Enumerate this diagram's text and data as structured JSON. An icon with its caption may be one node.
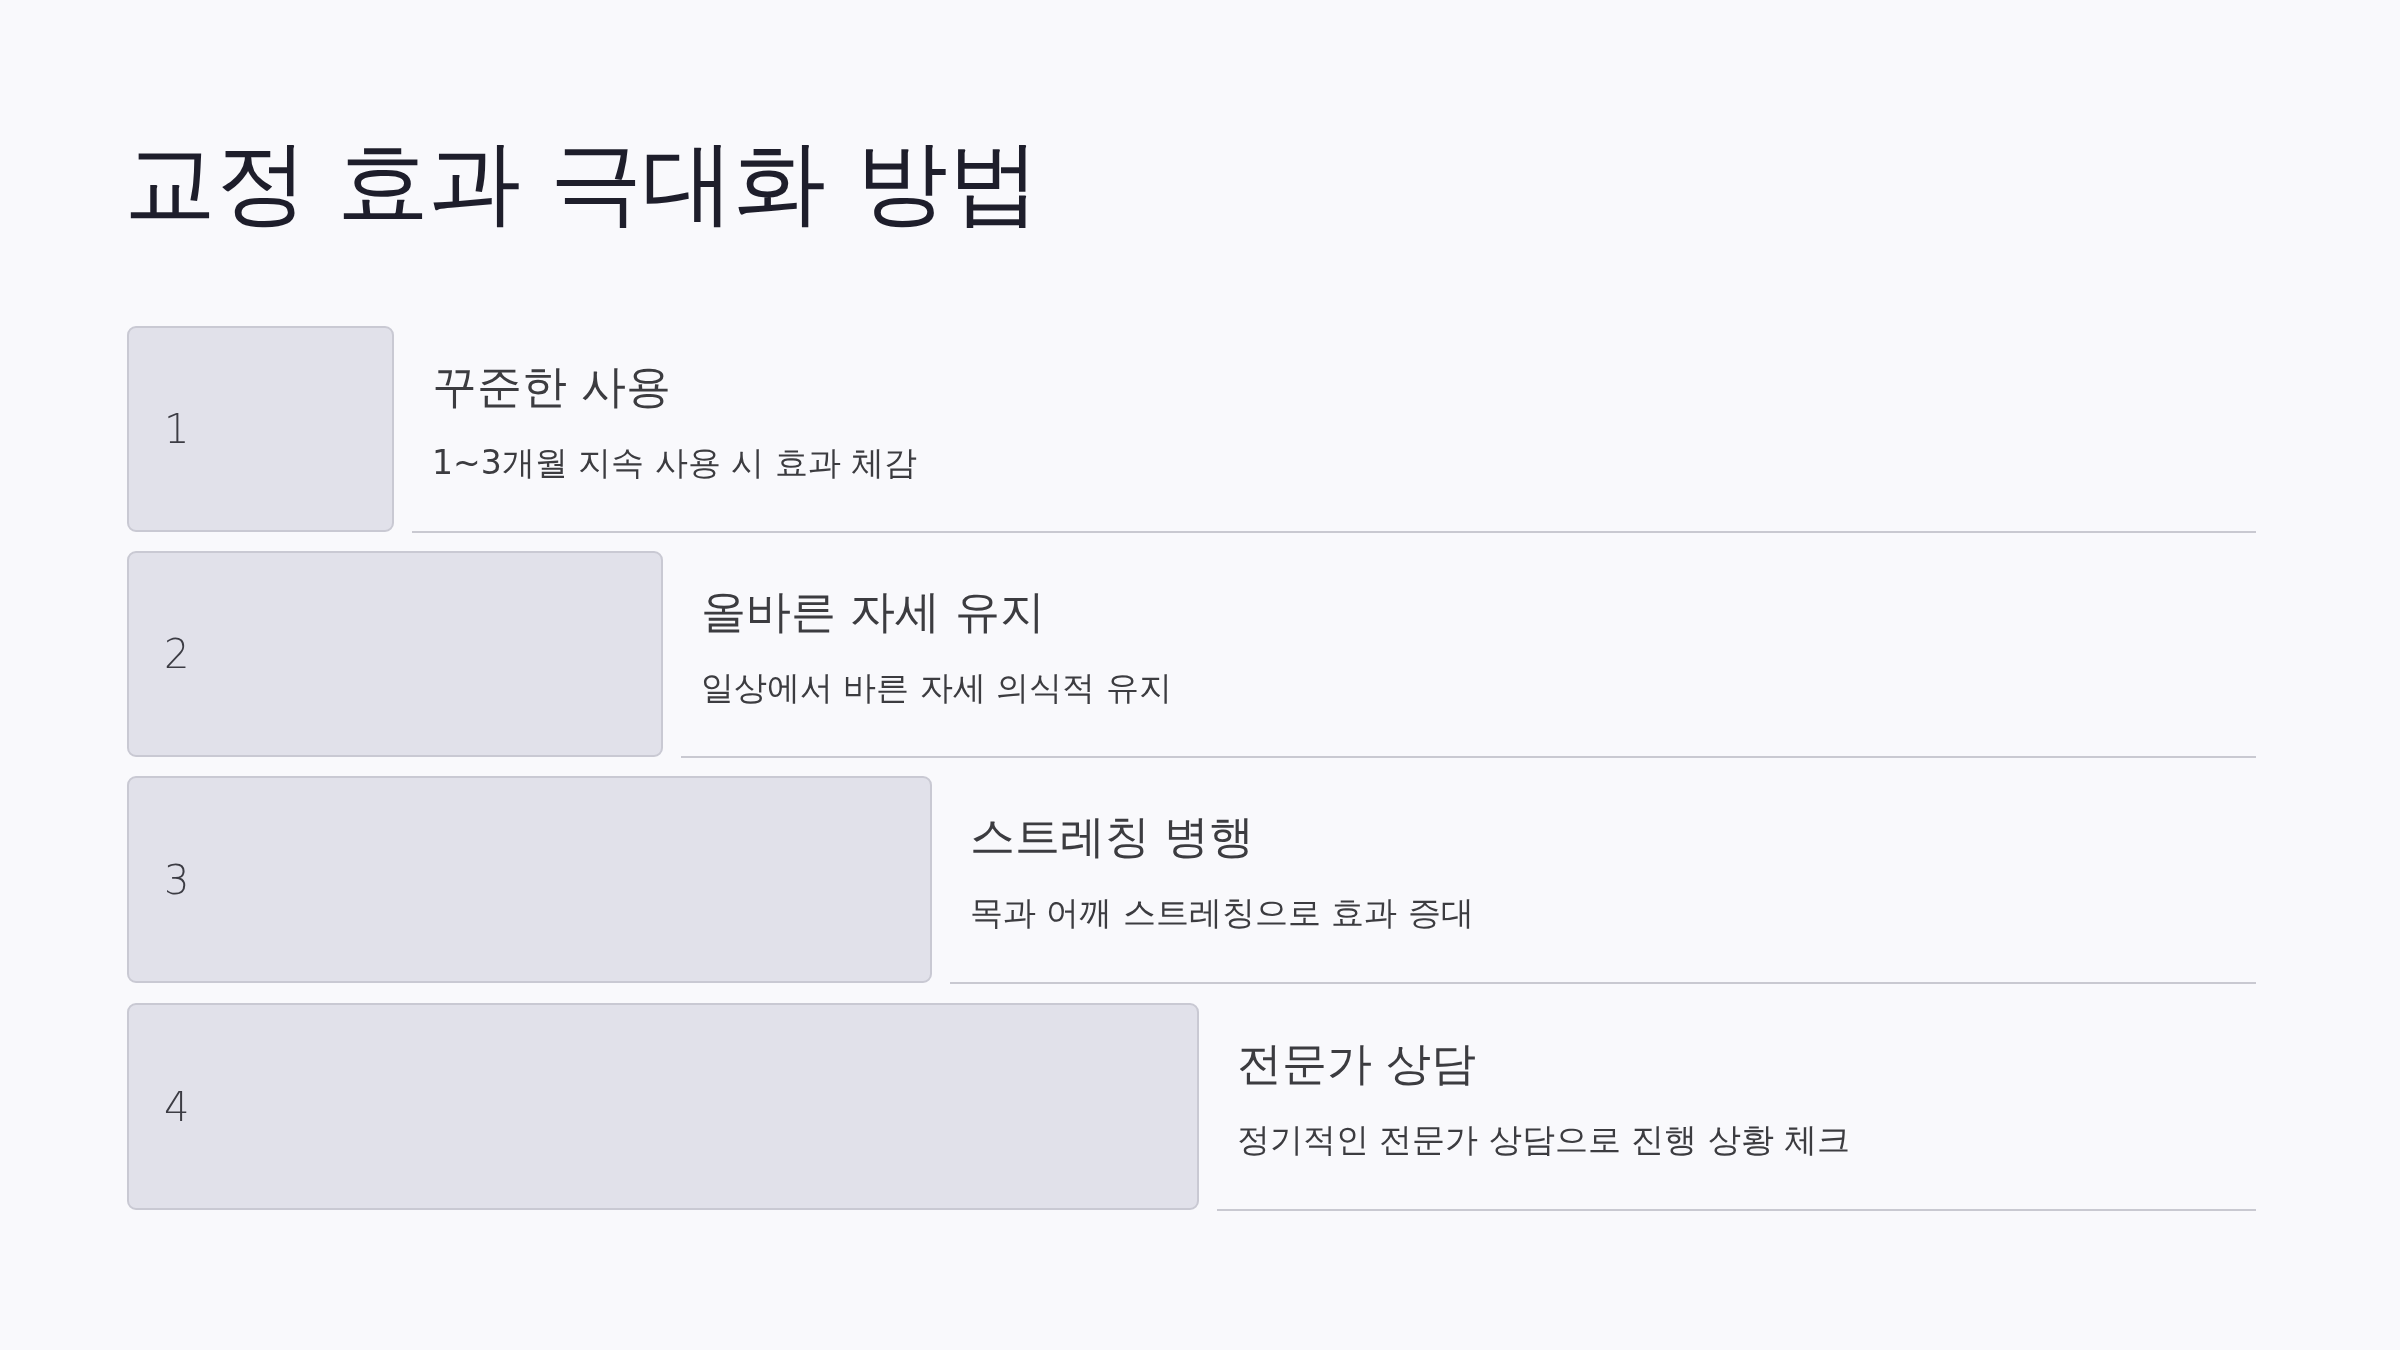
{
  "diagram": {
    "title": "교정 효과 극대화 방법",
    "nodes": [
      {
        "text": [
          "1"
        ],
        "beside": [
          "꾸준한 사용",
          "1~3개월 지속 사용 시 효과 체감"
        ]
      },
      {
        "text": [
          "2"
        ],
        "beside": [
          "올바른 자세 유지",
          "일상에서 바른 자세 의식적 유지"
        ]
      },
      {
        "text": [
          "3"
        ],
        "beside": [
          "스트레칭 병행",
          "목과 어깨 스트레칭으로 효과 증대"
        ]
      },
      {
        "text": [
          "4"
        ],
        "beside": [
          "전문가 상담",
          "정기적인 전문가 상담으로 진행 상황 체크"
        ]
      }
    ]
  }
}
